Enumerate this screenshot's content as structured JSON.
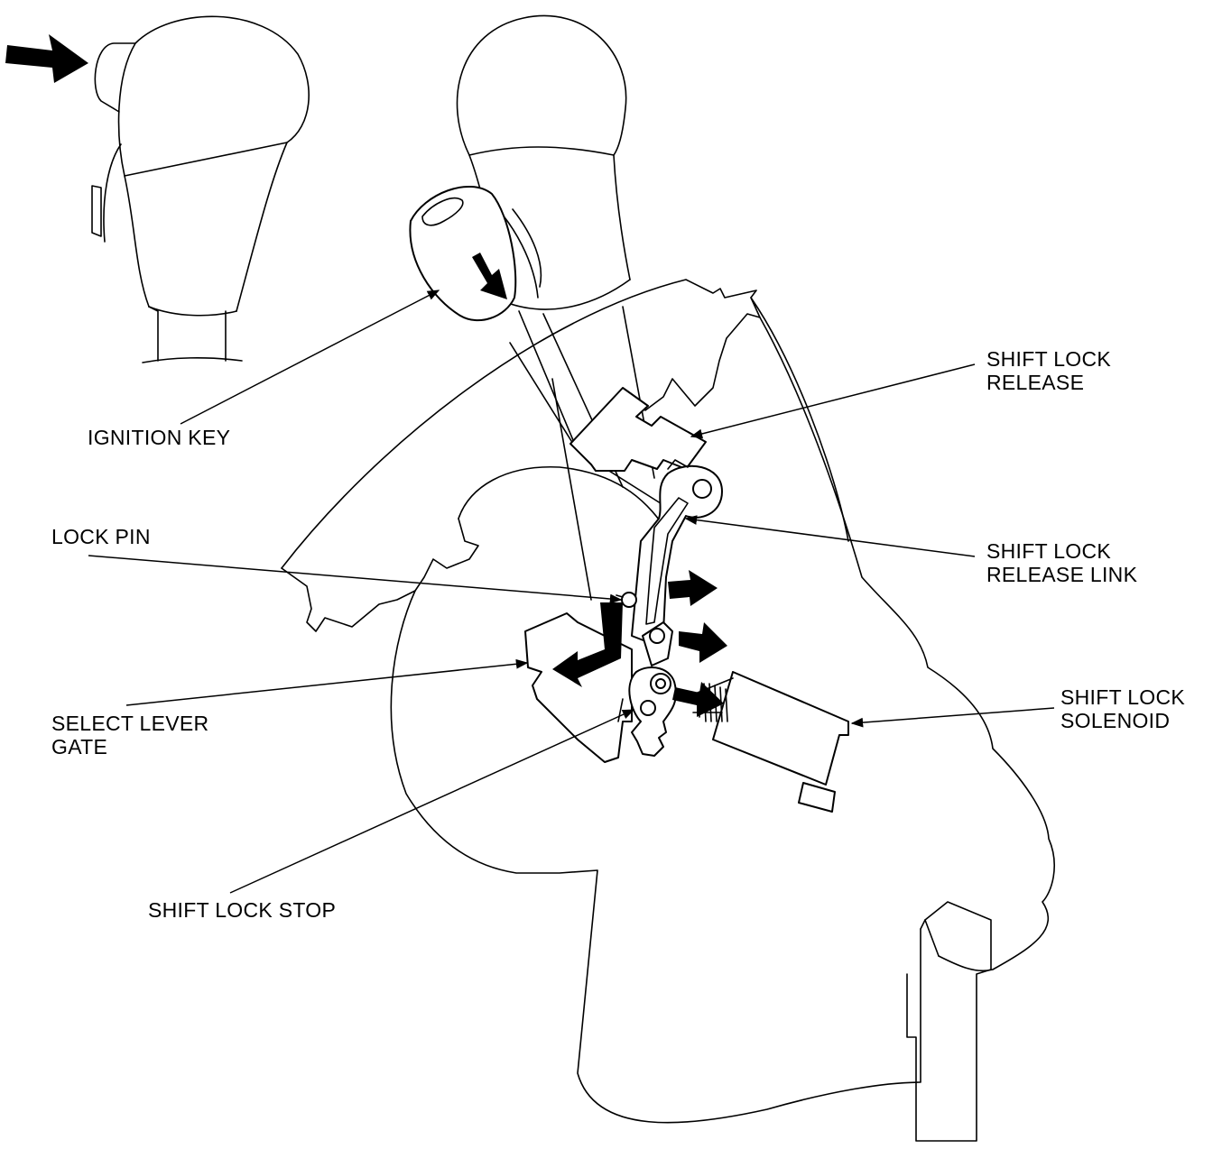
{
  "labels": {
    "ignition_key": [
      "IGNITION KEY"
    ],
    "shift_lock_release": [
      "SHIFT LOCK",
      "RELEASE"
    ],
    "lock_pin": [
      "LOCK PIN"
    ],
    "shift_lock_release_link": [
      "SHIFT LOCK",
      "RELEASE LINK"
    ],
    "select_lever_gate": [
      "SELECT LEVER",
      "GATE"
    ],
    "shift_lock_solenoid": [
      "SHIFT LOCK",
      "SOLENOID"
    ],
    "shift_lock_stop": [
      "SHIFT LOCK STOP"
    ]
  }
}
